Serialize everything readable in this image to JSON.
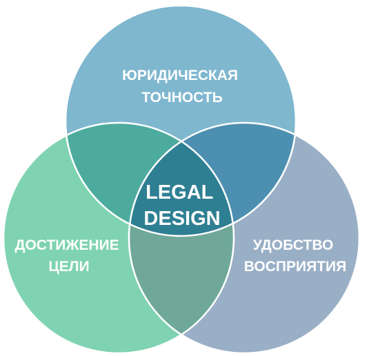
{
  "diagram": {
    "type": "venn",
    "sets": [
      {
        "id": "top",
        "lines": [
          "ЮРИДИЧЕСКАЯ",
          "ТОЧНОСТЬ"
        ],
        "color": "#7fb7cf"
      },
      {
        "id": "left",
        "lines": [
          "ДОСТИЖЕНИЕ",
          "ЦЕЛИ"
        ],
        "color": "#7fd3b2"
      },
      {
        "id": "right",
        "lines": [
          "УДОБСТВО",
          "ВОСПРИЯТИЯ"
        ],
        "color": "#99afc6"
      }
    ],
    "center": {
      "lines": [
        "LEGAL",
        "DESIGN"
      ],
      "color": "#2f7f93"
    },
    "overlap_colors": {
      "top_left": "#4dab9e",
      "top_right": "#4c8fb0",
      "left_right": "#6fa899"
    }
  }
}
